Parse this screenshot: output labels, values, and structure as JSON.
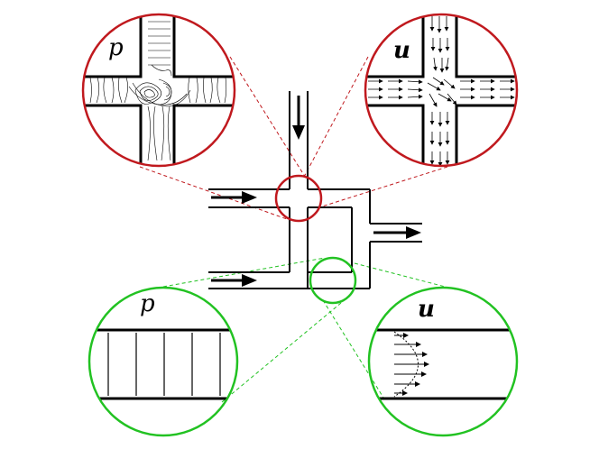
{
  "labels": {
    "top_left_zoom": "p",
    "top_right_zoom": "u",
    "bottom_left_zoom": "p",
    "bottom_right_zoom": "u"
  },
  "colors": {
    "junction_ring": "#c0191e",
    "channel_ring": "#22c222",
    "stroke": "#000000"
  },
  "icons": {
    "inlet": "arrow-right-icon",
    "top_inlet": "arrow-down-icon",
    "outlet": "arrow-right-icon"
  }
}
